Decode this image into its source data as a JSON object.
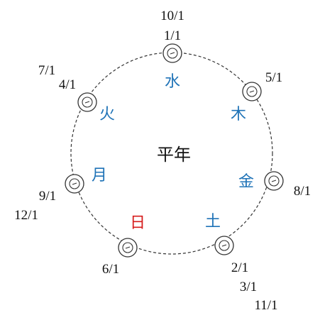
{
  "center_label": "平年",
  "colors": {
    "day_blue": "#1f73b7",
    "day_red": "#d61c1c",
    "text": "#111111",
    "circle": "#333333"
  },
  "nodes": [
    {
      "day": "水",
      "day_color": "blue",
      "dates": [
        "10/1",
        "1/1"
      ]
    },
    {
      "day": "木",
      "day_color": "blue",
      "dates": [
        "5/1"
      ]
    },
    {
      "day": "金",
      "day_color": "blue",
      "dates": [
        "8/1"
      ]
    },
    {
      "day": "土",
      "day_color": "blue",
      "dates": [
        "2/1",
        "3/1",
        "11/1"
      ]
    },
    {
      "day": "日",
      "day_color": "red",
      "dates": [
        "6/1"
      ]
    },
    {
      "day": "月",
      "day_color": "blue",
      "dates": [
        "9/1",
        "12/1"
      ]
    },
    {
      "day": "火",
      "day_color": "blue",
      "dates": [
        "7/1",
        "4/1"
      ]
    }
  ]
}
